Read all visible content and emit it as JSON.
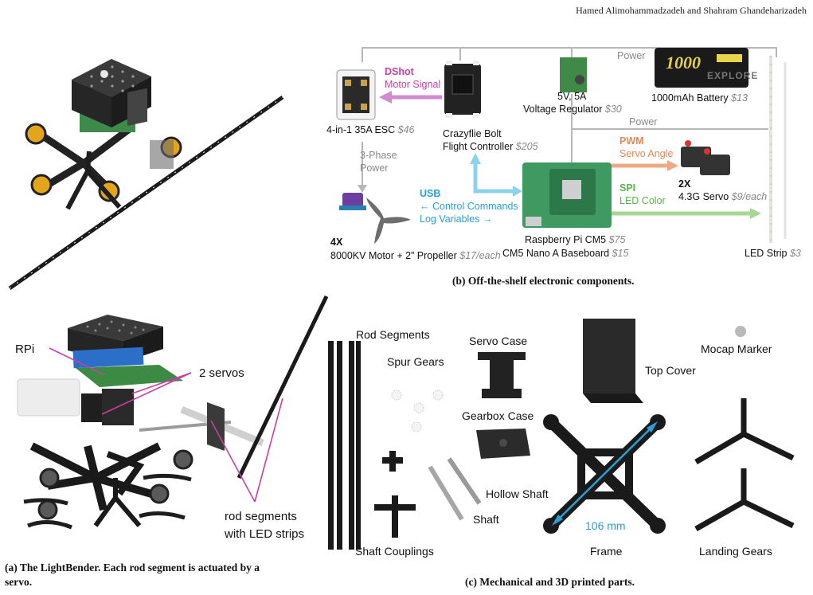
{
  "header": {
    "authors": "Hamed Alimohammadzadeh and Shahram Ghandeharizadeh"
  },
  "panel_b": {
    "caption": "(b) Off-the-shelf electronic components.",
    "power_top": "Power",
    "power_mid": "Power",
    "dshot_title": "DShot",
    "dshot_sub": "Motor Signal",
    "esc_name": "4-in-1 35A ESC",
    "esc_price": "$46",
    "fc_line1": "Crazyflie Bolt",
    "fc_line2": "Flight Controller",
    "fc_price": "$205",
    "regulator_line1": "5V, 5A",
    "regulator_line2": "Voltage Regulator",
    "regulator_price": "$30",
    "battery_name": "1000mAh Battery",
    "battery_price": "$13",
    "battery_print": "1000",
    "battery_brand": "EXPLORE",
    "three_phase_1": "3-Phase",
    "three_phase_2": "Power",
    "usb_title": "USB",
    "usb_line1": "← Control Commands",
    "usb_line2": "Log Variables →",
    "pwm_title": "PWM",
    "pwm_sub": "Servo Angle",
    "spi_title": "SPI",
    "spi_sub": "LED Color",
    "servo_count": "2X",
    "servo_name": "4.3G Servo",
    "servo_price": "$9/each",
    "motor_count": "4X",
    "motor_name": "8000KV Motor + 2” Propeller",
    "motor_price": "$17/each",
    "rpi_name": "Raspberry Pi CM5",
    "rpi_price": "$75",
    "baseboard_name": "CM5 Nano A Baseboard",
    "baseboard_price": "$15",
    "led_name": "LED Strip",
    "led_price": "$3",
    "colors": {
      "dshot": "#c93fa3",
      "usb": "#2a9fd8",
      "pwm": "#e8884f",
      "spi": "#5bb548",
      "power": "#b7b7b7"
    }
  },
  "panel_a": {
    "caption_line1": "(a) The LightBender. Each rod segment is actuated by a",
    "caption_line2": "servo.",
    "rpi_label": "RPi",
    "servos_label": "2 servos",
    "rod_label_1": "rod segments",
    "rod_label_2": "with LED strips"
  },
  "panel_c": {
    "caption": "(c) Mechanical and 3D printed parts.",
    "rod_segments": "Rod Segments",
    "spur_gears": "Spur Gears",
    "servo_case": "Servo Case",
    "gearbox_case": "Gearbox Case",
    "top_cover": "Top Cover",
    "mocap_marker": "Mocap Marker",
    "hollow_shaft": "Hollow Shaft",
    "shaft": "Shaft",
    "shaft_couplings": "Shaft Couplings",
    "frame": "Frame",
    "dimension": "106 mm",
    "landing_gears": "Landing Gears"
  }
}
